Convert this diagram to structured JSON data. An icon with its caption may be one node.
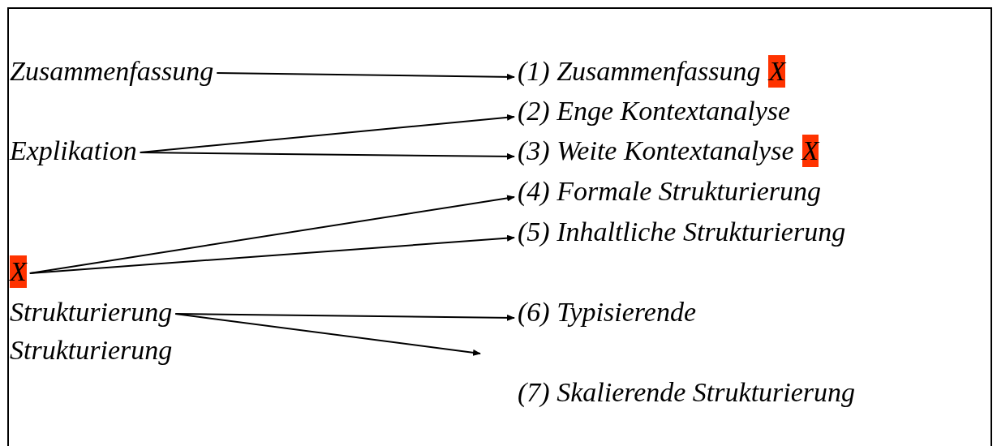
{
  "diagram": {
    "nodes": [
      {
        "text": [
          "Zusammenfassung"
        ]
      },
      {
        "text": [
          "Explikation"
        ]
      },
      {
        "text": [
          "X"
        ]
      },
      {
        "text": [
          "Strukturierung"
        ]
      },
      {
        "text": [
          "Strukturierung"
        ]
      },
      {
        "text": [
          "(1) Zusammenfassung",
          "X"
        ]
      },
      {
        "text": [
          "(2) Enge Kontextanalyse"
        ]
      },
      {
        "text": [
          "(3) Weite Kontextanalyse",
          "X"
        ]
      },
      {
        "text": [
          "(4) Formale Strukturierung"
        ]
      },
      {
        "text": [
          "(5) Inhaltliche Strukturierung"
        ]
      },
      {
        "text": [
          "(6) Typisierende"
        ]
      },
      {
        "text": [
          "(7) Skalierende Strukturierung"
        ]
      }
    ],
    "edges": [
      {
        "from": 0,
        "to": 5,
        "arrow": "to"
      },
      {
        "from": 1,
        "to": 6,
        "arrow": "to"
      },
      {
        "from": 1,
        "to": 7,
        "arrow": "to"
      },
      {
        "from": 2,
        "to": 8,
        "arrow": "to"
      },
      {
        "from": 2,
        "to": 9,
        "arrow": "to"
      },
      {
        "from": 3,
        "to": 10,
        "arrow": "to"
      },
      {
        "from": 3,
        "to": null,
        "arrow": "to"
      }
    ]
  }
}
